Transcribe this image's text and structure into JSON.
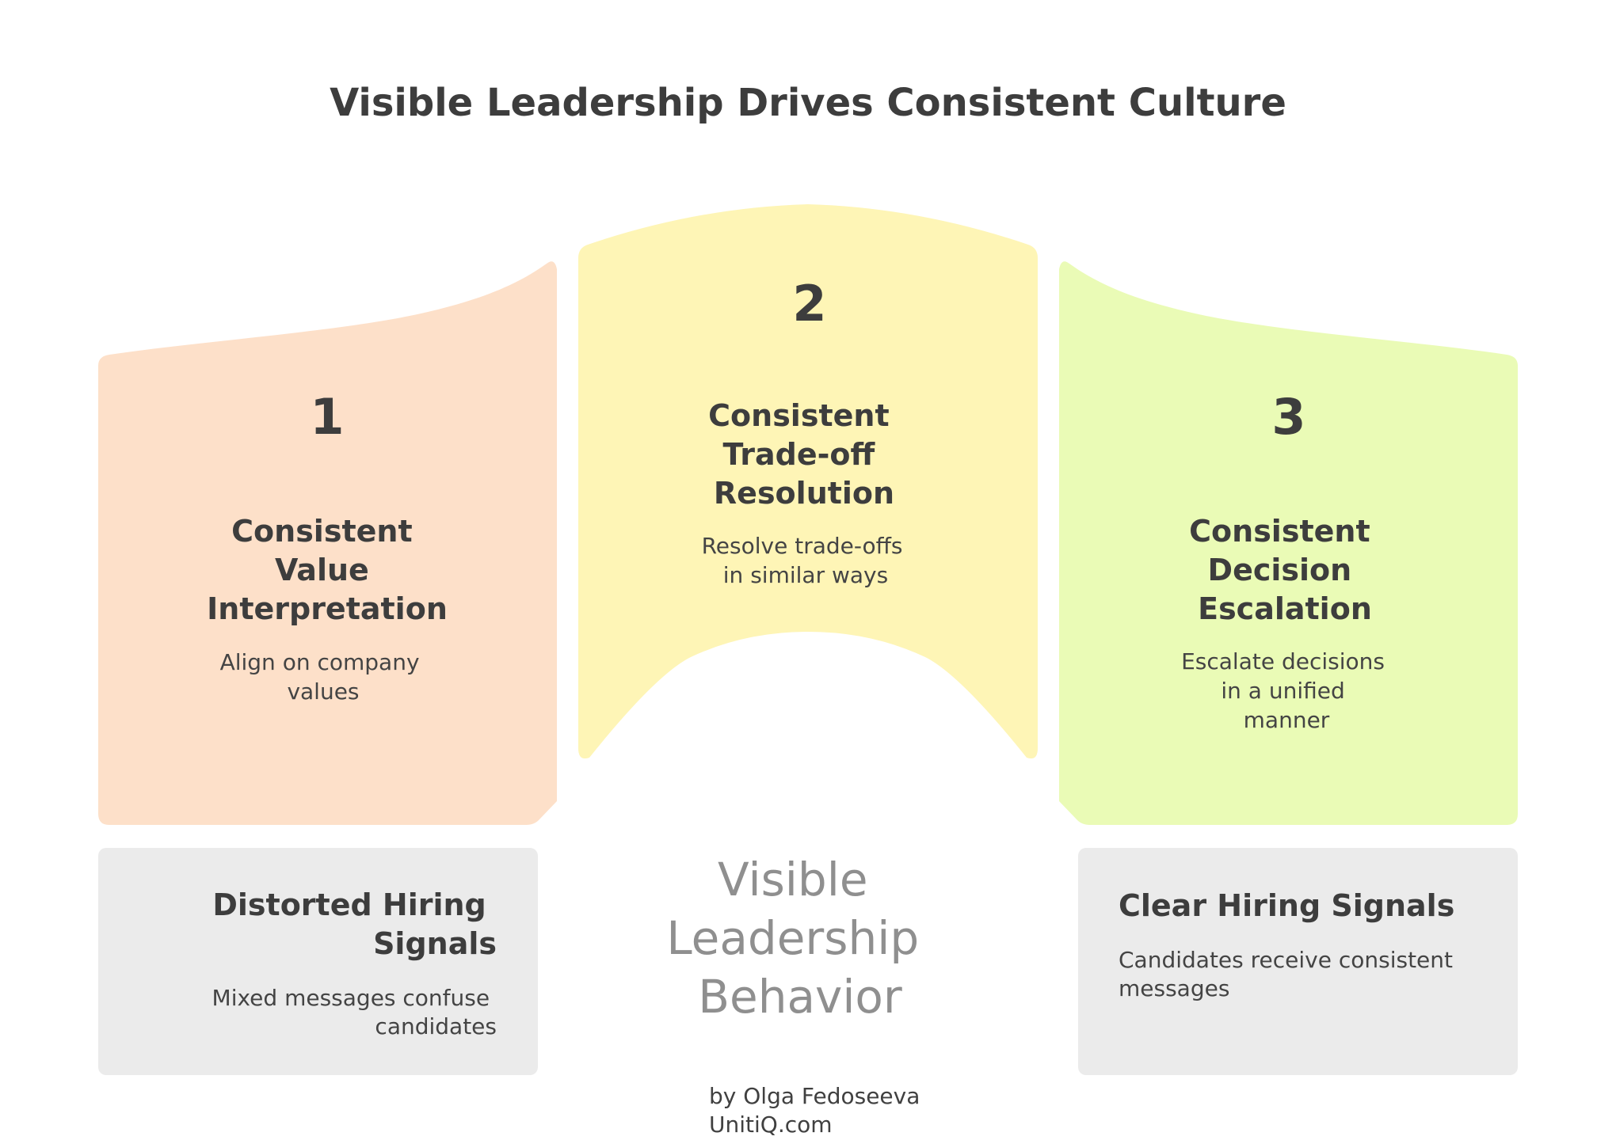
{
  "title": "Visible Leadership Drives Consistent Culture",
  "colors": {
    "pillar_1": "#fde0c9",
    "pillar_2": "#fef5b6",
    "pillar_3": "#eafbb6",
    "outcome_box": "#ebebeb",
    "text_dark": "#3d3d3d",
    "center_text": "#8f8f8f"
  },
  "pillars": [
    {
      "number": "1",
      "title_lines": [
        "Consistent",
        "Value",
        "Interpretation"
      ],
      "desc_lines": [
        "Align on company",
        "values"
      ]
    },
    {
      "number": "2",
      "title_lines": [
        "Consistent",
        "Trade-off",
        "Resolution"
      ],
      "desc_lines": [
        "Resolve trade-offs",
        "in similar ways"
      ]
    },
    {
      "number": "3",
      "title_lines": [
        "Consistent",
        "Decision",
        "Escalation"
      ],
      "desc_lines": [
        "Escalate decisions",
        "in a unified",
        "manner"
      ]
    }
  ],
  "center": {
    "lines": [
      "Visible",
      "Leadership",
      "Behavior"
    ]
  },
  "outcomes": {
    "left": {
      "title_lines": [
        "Distorted Hiring",
        "Signals"
      ],
      "desc_lines": [
        "Mixed messages confuse",
        "candidates"
      ]
    },
    "right": {
      "title_lines": [
        "Clear Hiring Signals"
      ],
      "desc_lines": [
        "Candidates receive consistent",
        "messages"
      ]
    }
  },
  "byline": {
    "lines": [
      "by Olga Fedoseeva",
      "UnitiQ.com"
    ]
  }
}
